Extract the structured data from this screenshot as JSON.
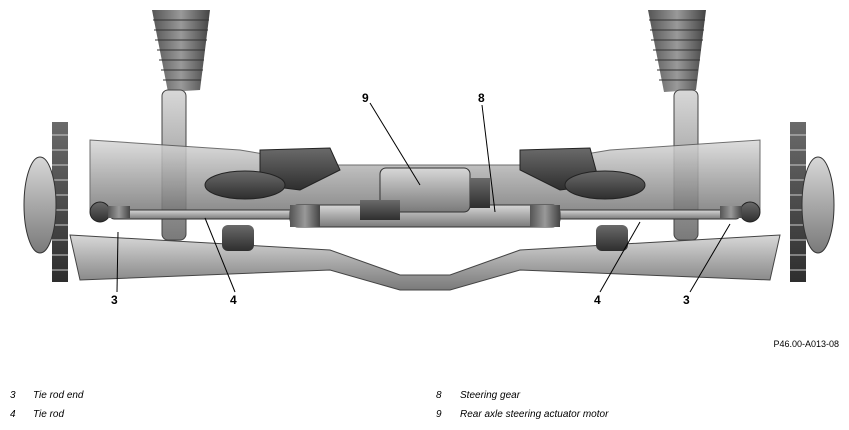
{
  "callouts": {
    "c3_left": "3",
    "c4_left": "4",
    "c9": "9",
    "c8": "8",
    "c4_right": "4",
    "c3_right": "3"
  },
  "figure_code": "P46.00-A013-08",
  "legend": [
    {
      "num": "3",
      "text": "Tie rod end"
    },
    {
      "num": "4",
      "text": "Tie rod"
    },
    {
      "num": "8",
      "text": "Steering gear"
    },
    {
      "num": "9",
      "text": "Rear axle steering actuator motor"
    }
  ]
}
